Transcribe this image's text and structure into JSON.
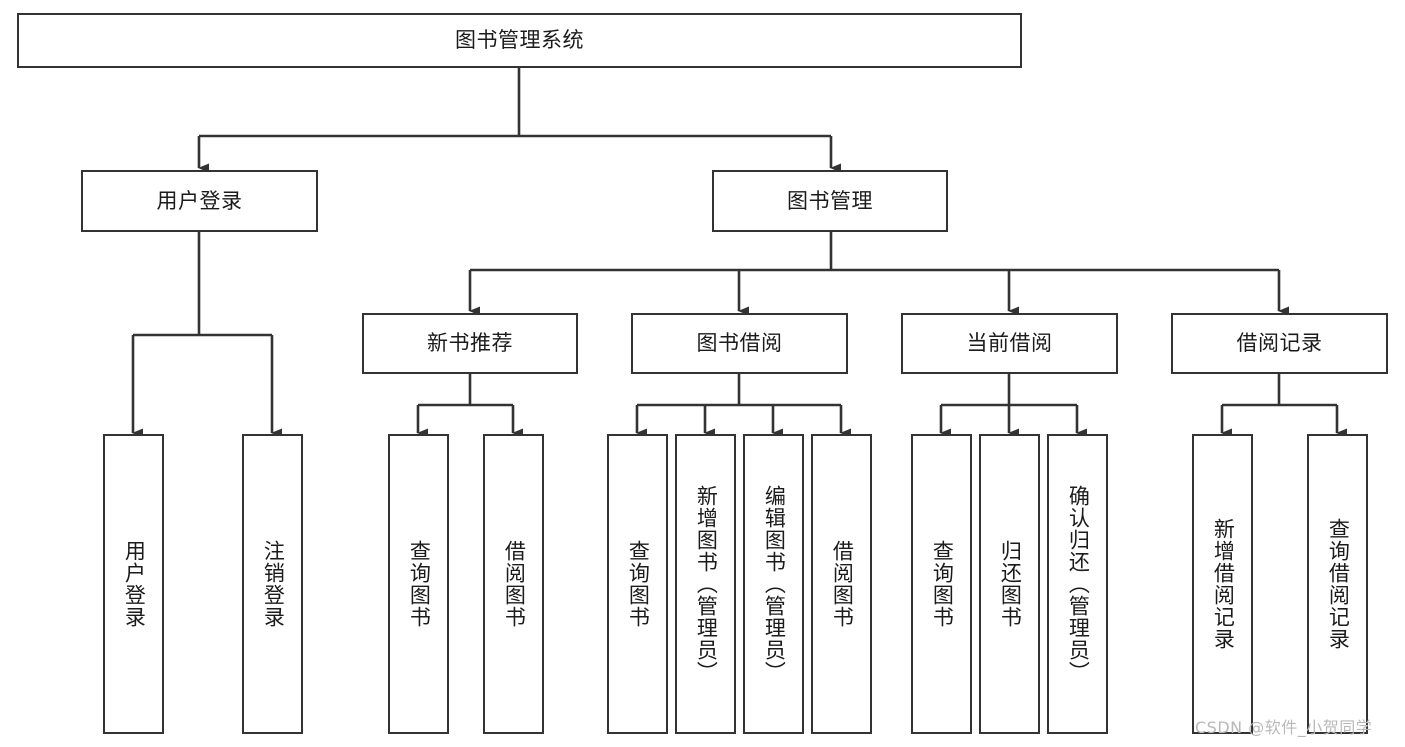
{
  "diagram": {
    "type": "tree",
    "title_node": {
      "label": "图书管理系统"
    },
    "level1": [
      {
        "label": "用户登录"
      },
      {
        "label": "图书管理"
      }
    ],
    "level2": [
      {
        "label": "新书推荐"
      },
      {
        "label": "图书借阅"
      },
      {
        "label": "当前借阅"
      },
      {
        "label": "借阅记录"
      }
    ],
    "leaves": {
      "user_login": [
        {
          "label": "用户登录"
        },
        {
          "label": "注销登录"
        }
      ],
      "new_book_recommend": [
        {
          "label": "查询图书"
        },
        {
          "label": "借阅图书"
        }
      ],
      "book_borrow": [
        {
          "label": "查询图书"
        },
        {
          "label": "新增图书（管理员）"
        },
        {
          "label": "编辑图书（管理员）"
        },
        {
          "label": "借阅图书"
        }
      ],
      "current_borrow": [
        {
          "label": "查询图书"
        },
        {
          "label": "归还图书"
        },
        {
          "label": "确认归还（管理员）"
        }
      ],
      "borrow_record": [
        {
          "label": "新增借阅记录"
        },
        {
          "label": "查询借阅记录"
        }
      ]
    }
  },
  "watermark": {
    "text": "CSDN @软件_小贺同学"
  },
  "colors": {
    "stroke": "#333333",
    "text": "#1b1b1b",
    "background": "#ffffff",
    "watermark": "#b9b9b9"
  }
}
